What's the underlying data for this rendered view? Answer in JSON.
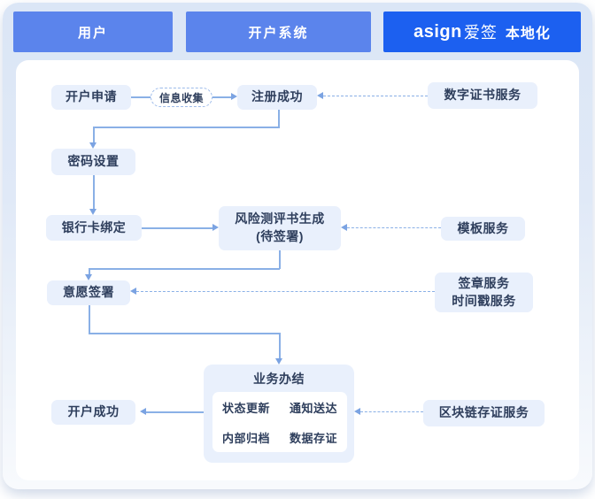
{
  "header": {
    "lanes": [
      {
        "label": "用户"
      },
      {
        "label": "开户系统"
      }
    ],
    "brand": {
      "logo": "asign",
      "name": "爱签",
      "suffix": "本地化"
    }
  },
  "flow": {
    "nodes": {
      "apply": "开户申请",
      "collect": "信息收集",
      "register": "注册成功",
      "password": "密码设置",
      "bankcard": "银行卡绑定",
      "risk_line1": "风险测评书生成",
      "risk_line2": "(待签署)",
      "sign": "意愿签署",
      "complete_title": "业务办结",
      "complete_items": [
        "状态更新",
        "通知送达",
        "内部归档",
        "数据存证"
      ],
      "success": "开户成功"
    },
    "services": {
      "cert": "数字证书服务",
      "template": "模板服务",
      "seal_line1": "签章服务",
      "seal_line2": "时间戳服务",
      "blockchain": "区块链存证服务"
    }
  },
  "colors": {
    "lane_bg": "#5b84ec",
    "brand_bg": "#1c60f0",
    "node_bg": "#e9f0fc",
    "node_text": "#2e3e5c",
    "connector": "#8ab0e6",
    "card_bg_top": "#dbe6f6",
    "panel_bg": "#ffffff"
  }
}
